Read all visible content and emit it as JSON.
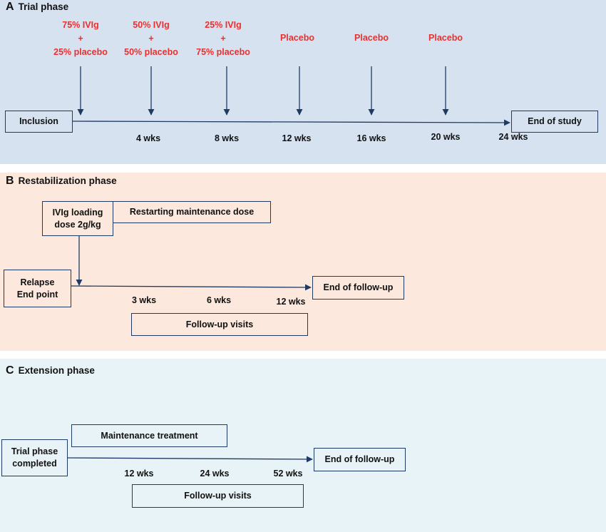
{
  "trial_phase": {
    "letter": "A",
    "title": "Trial phase",
    "doses": [
      {
        "line1": "75% IVIg",
        "line2": "+",
        "line3": "25% placebo"
      },
      {
        "line1": "50% IVIg",
        "line2": "+",
        "line3": "50% placebo"
      },
      {
        "line1": "25% IVIg",
        "line2": "+",
        "line3": "75% placebo"
      },
      {
        "line1": "Placebo"
      },
      {
        "line1": "Placebo"
      },
      {
        "line1": "Placebo"
      }
    ],
    "start_box": "Inclusion",
    "end_box": "End of study",
    "timepoints": [
      "4 wks",
      "8 wks",
      "12 wks",
      "16 wks",
      "20 wks",
      "24 wks"
    ]
  },
  "restabilization_phase": {
    "letter": "B",
    "title": "Restabilization phase",
    "loading_box_line1": "IVIg loading",
    "loading_box_line2": "dose 2g/kg",
    "maintenance_box": "Restarting maintenance dose",
    "start_box_line1": "Relapse",
    "start_box_line2": "End point",
    "end_box": "End of follow-up",
    "timepoints": [
      "3 wks",
      "6 wks",
      "12 wks"
    ],
    "visits_box": "Follow-up visits"
  },
  "extension_phase": {
    "letter": "C",
    "title": "Extension phase",
    "maintenance_box": "Maintenance treatment",
    "start_box_line1": "Trial phase",
    "start_box_line2": "completed",
    "end_box": "End of follow-up",
    "timepoints": [
      "12 wks",
      "24 wks",
      "52 wks"
    ],
    "visits_box": "Follow-up visits"
  },
  "colors": {
    "dose_text": "#e8312f",
    "arrow": "#1f3b63",
    "panel_a": "#d6e2f0",
    "panel_b": "#fce8dc",
    "panel_c": "#e8f3f7"
  }
}
